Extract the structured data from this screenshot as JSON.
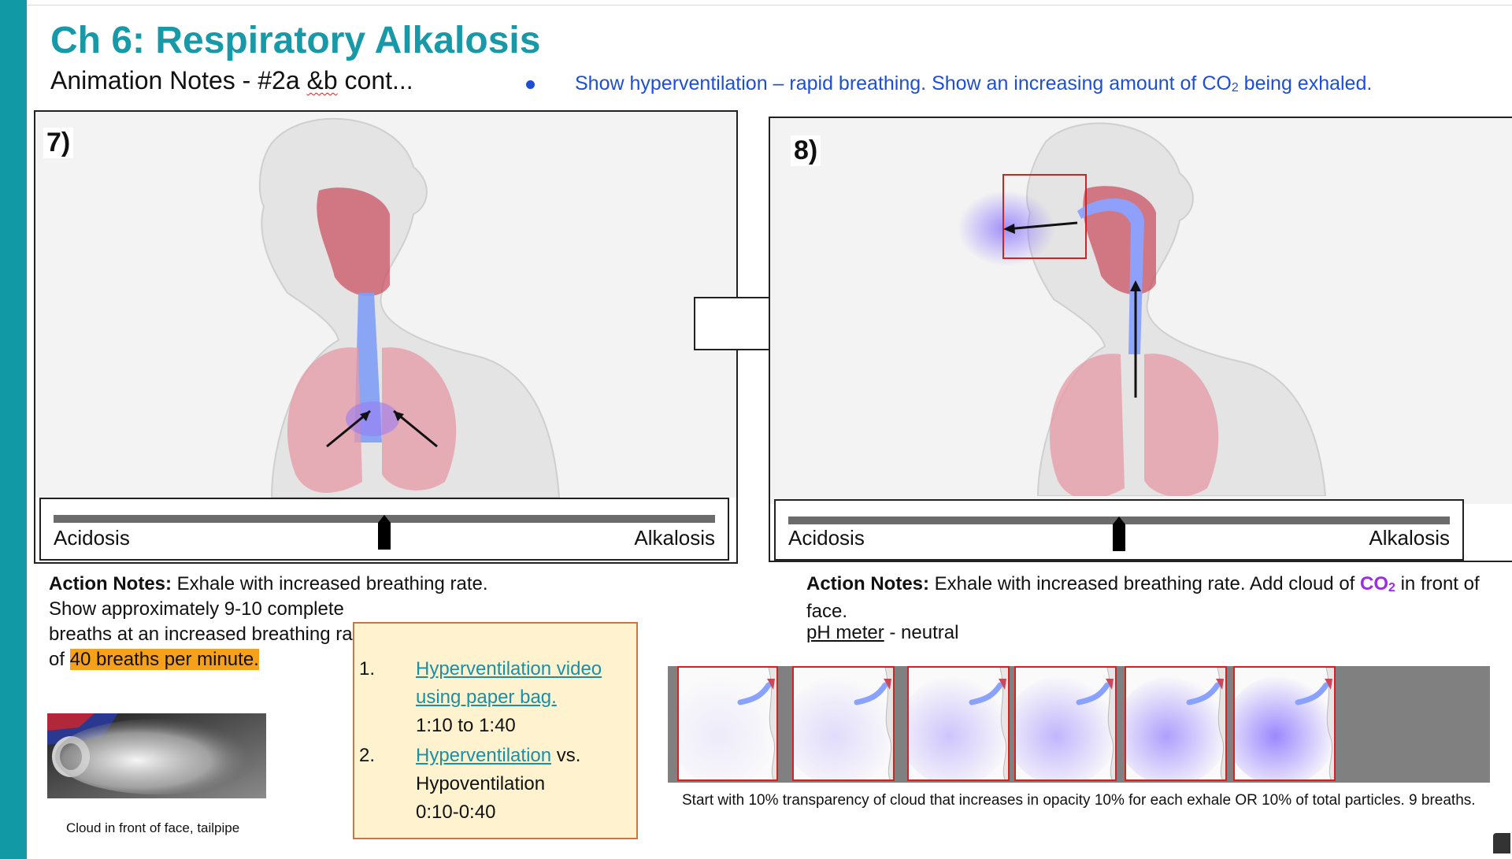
{
  "header": {
    "title": "Ch 6:  Respiratory Alkalosis",
    "subtitle_before": "Animation Notes - #2a ",
    "subtitle_squiggle": "&b",
    "subtitle_after": " cont...",
    "bullet_before": "Show hyperventilation – rapid breathing.  Show an increasing amount of CO",
    "bullet_sub": "2",
    "bullet_after": " being exhaled."
  },
  "panel7": {
    "number": "7)",
    "meter_left": "Acidosis",
    "meter_right": "Alkalosis",
    "indicator_fraction": 0.5
  },
  "panel8": {
    "number": "8)",
    "meter_left": "Acidosis",
    "meter_right": "Alkalosis",
    "indicator_fraction": 0.5
  },
  "action7": {
    "label": "Action Notes:",
    "text1": " Exhale with increased breathing rate.",
    "text2": "Show approximately 9-10 complete breaths at an increased breathing rate of ",
    "highlight": "40 breaths per minute."
  },
  "action8": {
    "label": "Action Notes:",
    "text1": "   Exhale with increased breathing rate. Add cloud of ",
    "co2": "CO",
    "co2_sub": "2",
    "text2": " in front of face.",
    "ph_link": "pH meter",
    "ph_rest": " - neutral"
  },
  "links": {
    "item1_num": "1.",
    "item1_link": "Hyperventilation video using paper bag.",
    "item1_time": "1:10 to 1:40",
    "item2_num": "2.",
    "item2_link": "Hyperventilation",
    "item2_rest": " vs.",
    "item2_line2": "Hypoventilation",
    "item2_time": "0:10-0:40"
  },
  "tailpipe_caption": "Cloud in front of face, tailpipe",
  "strip": {
    "frames": [
      0.1,
      0.2,
      0.35,
      0.45,
      0.6,
      0.75
    ],
    "caption": "Start with 10% transparency of cloud that increases in opacity 10% for each exhale OR 10% of total particles. 9 breaths."
  },
  "colors": {
    "accent": "#1899a8",
    "bullet_blue": "#1d4fd6",
    "highlight": "#f7a01a",
    "co2_purple": "#9b2ee0",
    "link": "#1b8fa6",
    "frame_red": "#d32222"
  }
}
